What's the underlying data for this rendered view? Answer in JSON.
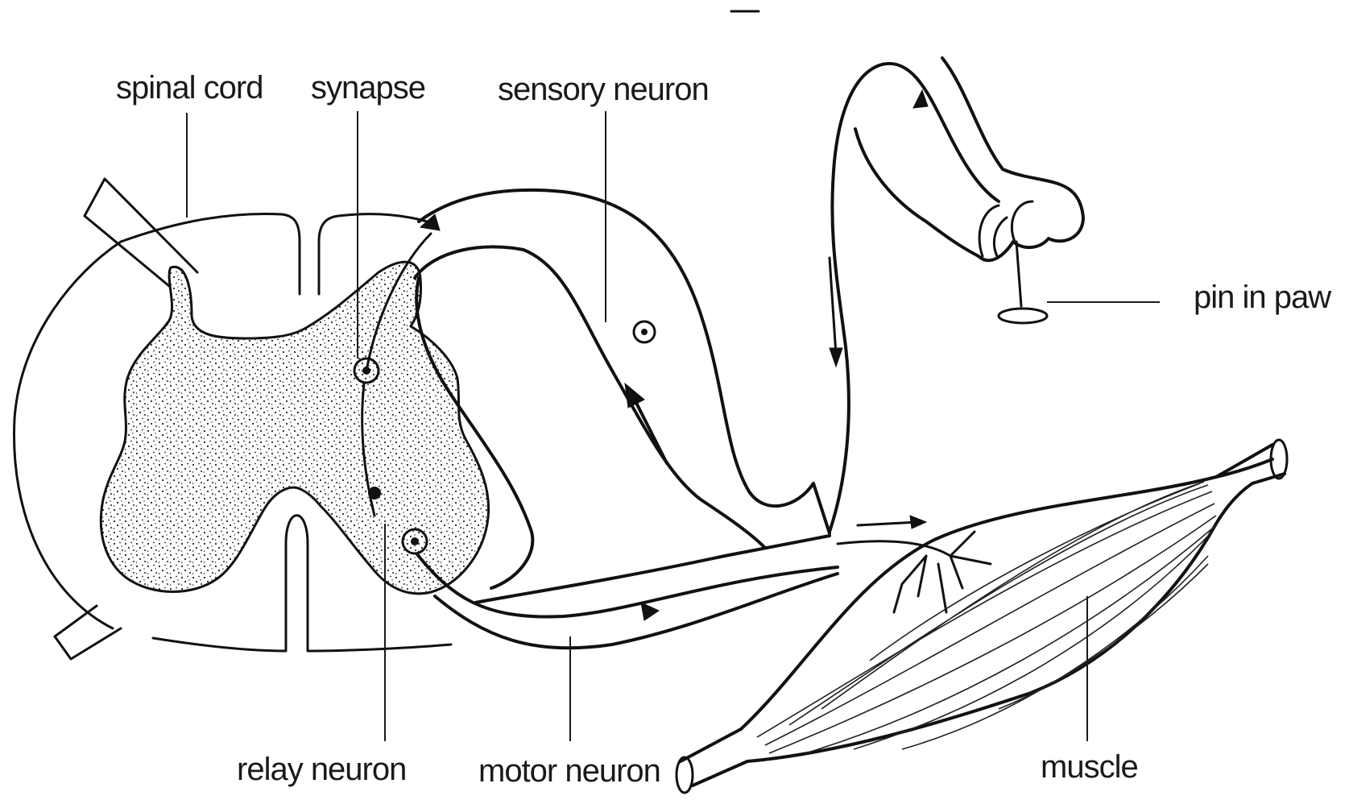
{
  "labels": {
    "spinal_cord": "spinal cord",
    "synapse": "synapse",
    "sensory_neuron": "sensory neuron",
    "pin_in_paw": "pin in paw",
    "relay_neuron": "relay neuron",
    "motor_neuron": "motor neuron",
    "muscle": "muscle"
  },
  "colors": {
    "ink": "#111111",
    "background": "#ffffff"
  }
}
